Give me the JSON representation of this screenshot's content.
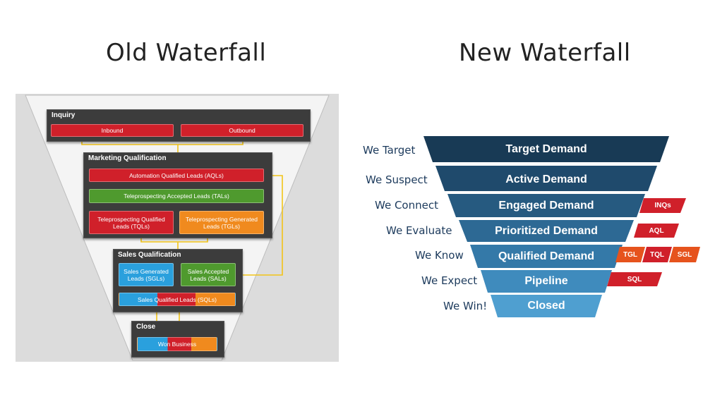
{
  "headings": {
    "old": "Old Waterfall",
    "new": "New Waterfall"
  },
  "old_waterfall": {
    "inquiry": {
      "title": "Inquiry",
      "inbound": "Inbound",
      "outbound": "Outbound"
    },
    "marketing": {
      "title": "Marketing Qualification",
      "aql": "Automation Qualified Leads (AQLs)",
      "tal": "Teleprospecting Accepted Leads (TALs)",
      "tql": "Teleprospecting Qualified Leads (TQLs)",
      "tgl": "Teleprospecting Generated Leads (TGLs)"
    },
    "sales": {
      "title": "Sales Qualification",
      "sgl": "Sales Generated Leads (SGLs)",
      "sal": "Sales Accepted Leads (SALs)",
      "sql": "Sales Qualified Leads (SQLs)"
    },
    "close": {
      "title": "Close",
      "won": "Won Business"
    }
  },
  "new_waterfall": {
    "rows": [
      {
        "label": "We Target",
        "stage": "Target Demand"
      },
      {
        "label": "We Suspect",
        "stage": "Active Demand"
      },
      {
        "label": "We Connect",
        "stage": "Engaged Demand"
      },
      {
        "label": "We Evaluate",
        "stage": "Prioritized Demand"
      },
      {
        "label": "We Know",
        "stage": "Qualified Demand"
      },
      {
        "label": "We Expect",
        "stage": "Pipeline"
      },
      {
        "label": "We Win!",
        "stage": "Closed"
      }
    ],
    "tags": {
      "inqs": "INQs",
      "aql": "AQL",
      "tgl": "TGL",
      "tql": "TQL",
      "sgl": "SGL",
      "sql": "SQL"
    }
  },
  "colors": {
    "stages": [
      "#183a55",
      "#1f4a6c",
      "#265a80",
      "#2d6994",
      "#3479a8",
      "#3f8bbd",
      "#4f9fd0"
    ],
    "tag_red": "#d0202a",
    "tag_orange": "#e6531d"
  }
}
